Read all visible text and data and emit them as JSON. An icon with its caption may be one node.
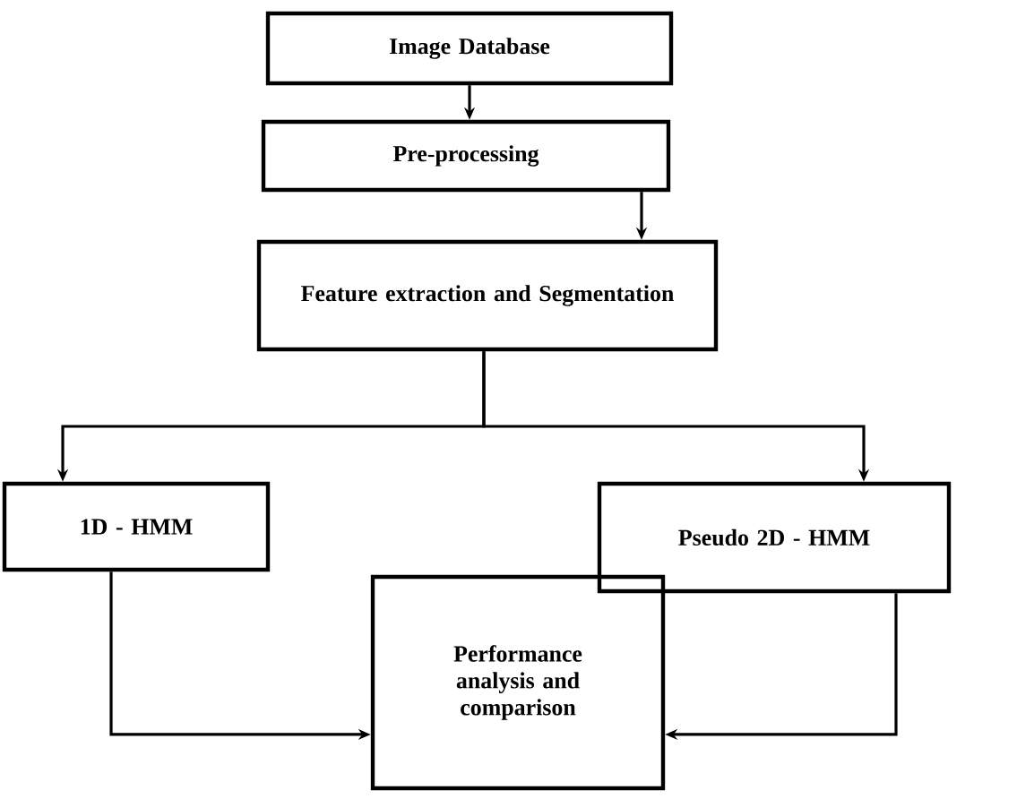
{
  "diagram": {
    "nodes": [
      {
        "text": [
          "Image Database"
        ]
      },
      {
        "text": [
          "Pre-processing"
        ]
      },
      {
        "text": [
          "Feature extraction and Segmentation"
        ]
      },
      {
        "text": [
          "1D - HMM"
        ]
      },
      {
        "text": [
          "Pseudo 2D - HMM"
        ]
      },
      {
        "text": [
          "Performance analysis and comparison"
        ]
      }
    ],
    "edges": [
      {
        "from": 0,
        "to": 1,
        "arrow": "to"
      },
      {
        "from": 1,
        "to": 2,
        "arrow": "to"
      },
      {
        "from": 2,
        "to": 3,
        "arrow": "to"
      },
      {
        "from": 2,
        "to": 4,
        "arrow": "to"
      },
      {
        "from": 3,
        "to": 5,
        "arrow": "to"
      },
      {
        "from": 4,
        "to": 5,
        "arrow": "to"
      }
    ]
  }
}
